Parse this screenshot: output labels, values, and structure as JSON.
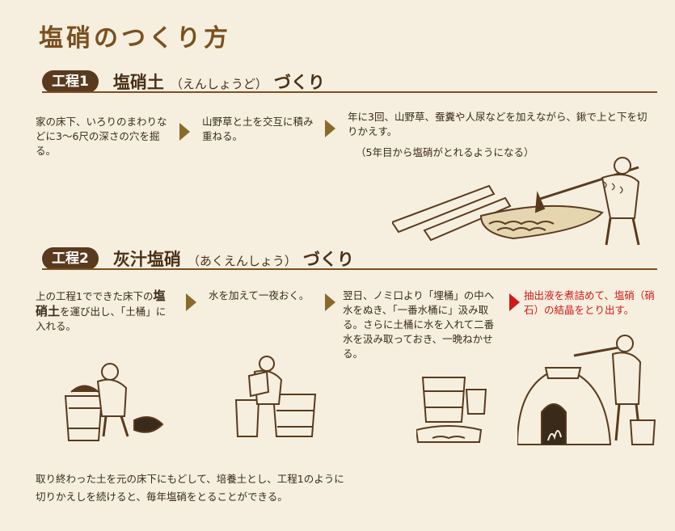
{
  "title": "塩硝のつくり方",
  "step1": {
    "badge": "工程1",
    "title": "塩硝土",
    "reading": "（えんしょうど）",
    "suffix": "づくり",
    "texts": [
      "家の床下、いろりのまわりなどに3～6尺の深さの穴を掘る。",
      "山野草と土を交互に積み重ねる。",
      "年に3回、山野草、蚕糞や人尿などを加えながら、鍬で上と下を切りかえす。"
    ],
    "note": "（5年目から塩硝がとれるようになる）"
  },
  "step2": {
    "badge": "工程2",
    "title": "灰汁塩硝",
    "reading": "（あくえんしょう）",
    "suffix": "づくり",
    "text1_pre": "上の工程1でできた床下の",
    "text1_bold": "塩硝土",
    "text1_post": "を運び出し、「土桶」に入れる。",
    "text2": "水を加えて一夜おく。",
    "text3": "翌日、ノミ口より「埋桶」の中へ水をぬき、「一番水桶に」汲み取る。さらに土桶に水を入れて二番水を汲み取っておき、一晩ねかせる。",
    "text4": "抽出液を煮詰めて、塩硝（硝石）の結晶をとり出す。"
  },
  "footer": {
    "line1": "取り終わった土を元の床下にもどして、培養土とし、工程1のように",
    "line2": "切りかえしを続けると、毎年塩硝をとることができる。"
  },
  "colors": {
    "background": "#f6efdf",
    "brown": "#7a5020",
    "arrow": "#8a6a2a",
    "accent_red": "#d01818"
  }
}
